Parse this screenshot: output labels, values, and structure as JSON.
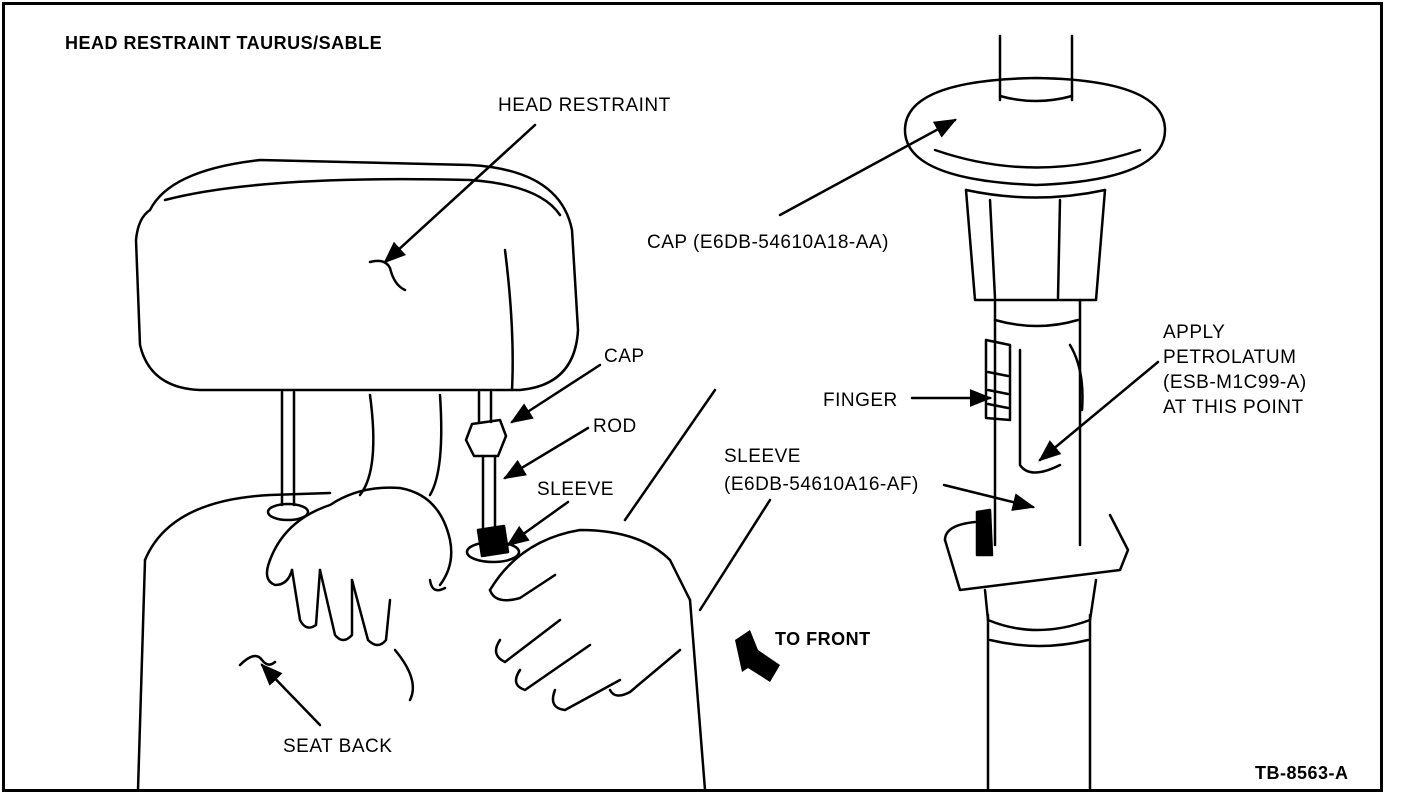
{
  "title": "HEAD RESTRAINT TAURUS/SABLE",
  "labels": {
    "head_restraint": "HEAD RESTRAINT",
    "cap_left": "CAP",
    "rod": "ROD",
    "sleeve_left": "SLEEVE",
    "seat_back": "SEAT BACK",
    "to_front": "TO FRONT",
    "cap_part": "CAP (E6DB-54610A18-AA)",
    "finger": "FINGER",
    "apply_petrolatum": [
      "APPLY",
      "PETROLATUM",
      "(ESB-M1C99-A)",
      "AT THIS POINT"
    ],
    "sleeve_right_1": "SLEEVE",
    "sleeve_right_2": "(E6DB-54610A16-AF)"
  },
  "figure_id": "TB-8563-A"
}
